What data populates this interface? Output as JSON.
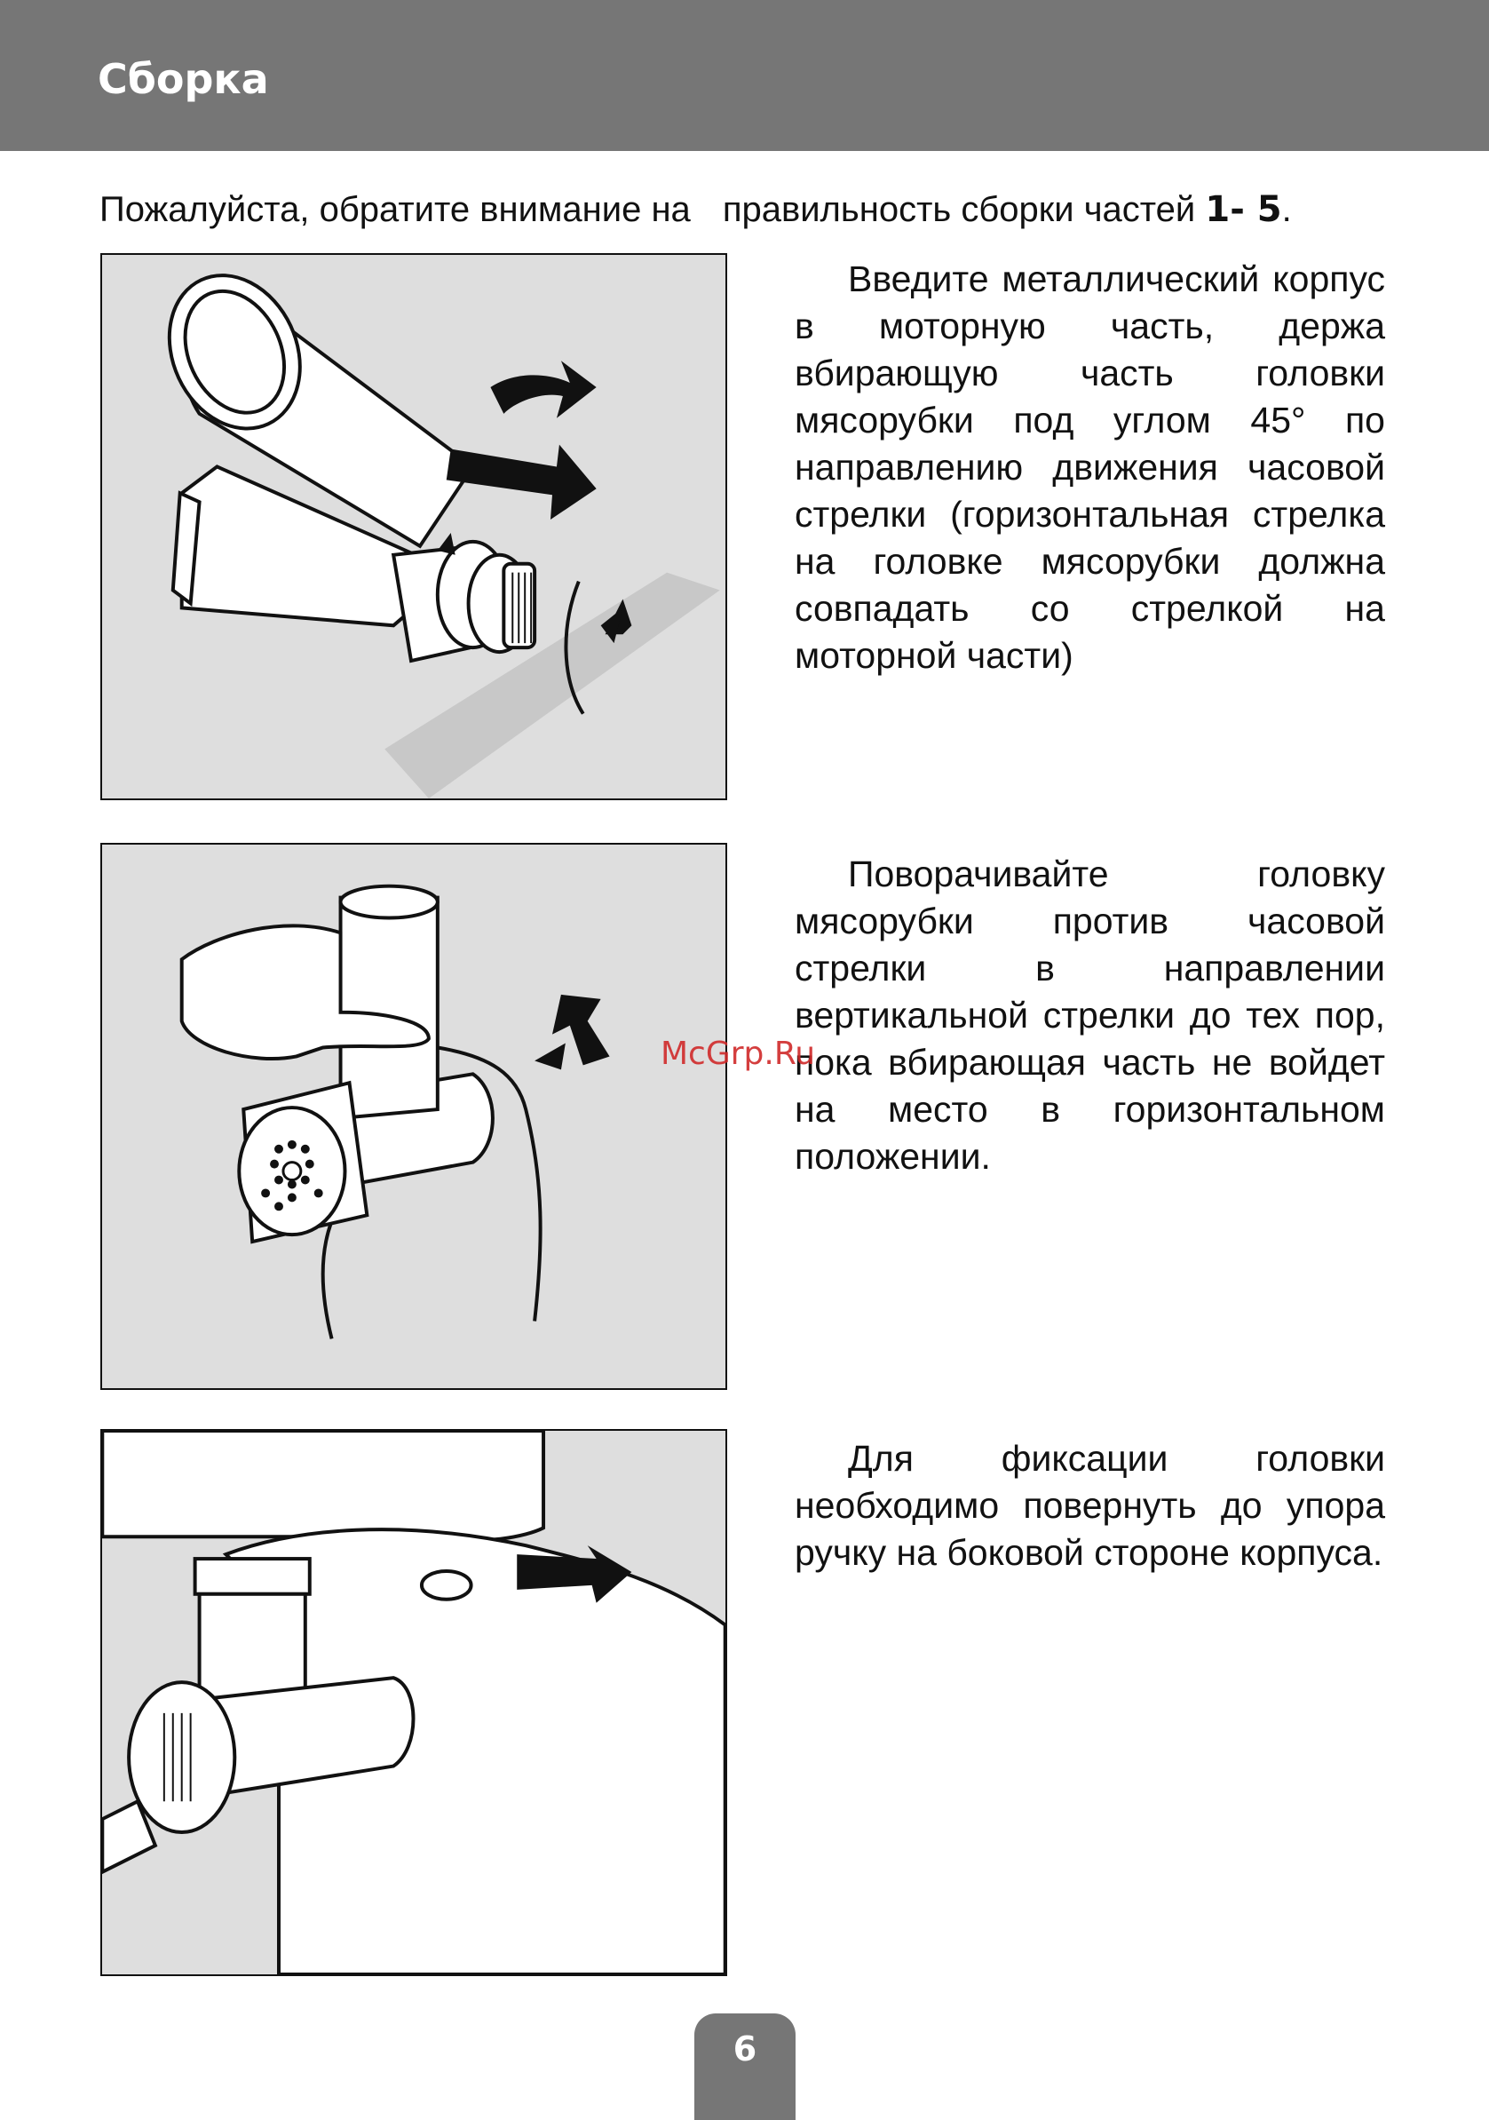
{
  "header": {
    "title": "Сборка"
  },
  "intro": {
    "part1": "Пожалуйста, обратите внимание на",
    "part2": "правильность сборки частей",
    "parts_range": "1- 5",
    "end": "."
  },
  "steps": [
    {
      "text": "Введите металлический корпус в моторную часть, держа вбирающую часть головки мясорубки под углом 45° по направлению движения часовой стрелки (горизонтальная стрелка на головке мясорубки должна совпадать со стрелкой на моторной части)"
    },
    {
      "text": "Поворачивайте головку мясорубки против часовой стрелки в направлении вертикальной стрелки до тех пор, пока вбирающая часть не войдет на место в горизонтальном положении."
    },
    {
      "text": "Для фиксации головки необходимо повернуть до упора ручку на боковой стороне корпуса."
    }
  ],
  "watermark": "McGrp.Ru",
  "page_number": "6"
}
